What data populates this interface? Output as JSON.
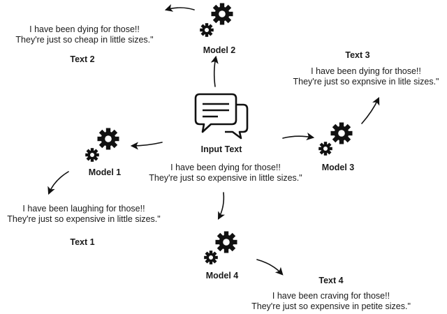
{
  "input": {
    "label": "Input Text",
    "lines": [
      "I have been dying for those!!",
      "They're just so expensive in little sizes.\""
    ]
  },
  "models": [
    {
      "label": "Model 1"
    },
    {
      "label": "Model  2"
    },
    {
      "label": "Model 3"
    },
    {
      "label": "Model 4"
    }
  ],
  "outputs": [
    {
      "label": "Text 1",
      "lines": [
        "I have been laughing for those!!",
        "They're just so expensive in little sizes.\""
      ]
    },
    {
      "label": "Text 2",
      "lines": [
        "I have been dying for those!!",
        "They're just so cheap in little sizes.\""
      ]
    },
    {
      "label": "Text 3",
      "lines": [
        "I have been dying for those!!",
        "They're just so expnsive in litle sizes.\""
      ]
    },
    {
      "label": "Text 4",
      "lines": [
        "I have been craving for those!!",
        "They're just so expensive in petite sizes.\""
      ]
    }
  ],
  "icons": {
    "input": "chat-bubbles-icon",
    "model": "gears-icon",
    "arrow": "curved-arrow-icon"
  },
  "colors": {
    "ink": "#111111",
    "text": "#1a1a1a",
    "background": "#ffffff"
  }
}
